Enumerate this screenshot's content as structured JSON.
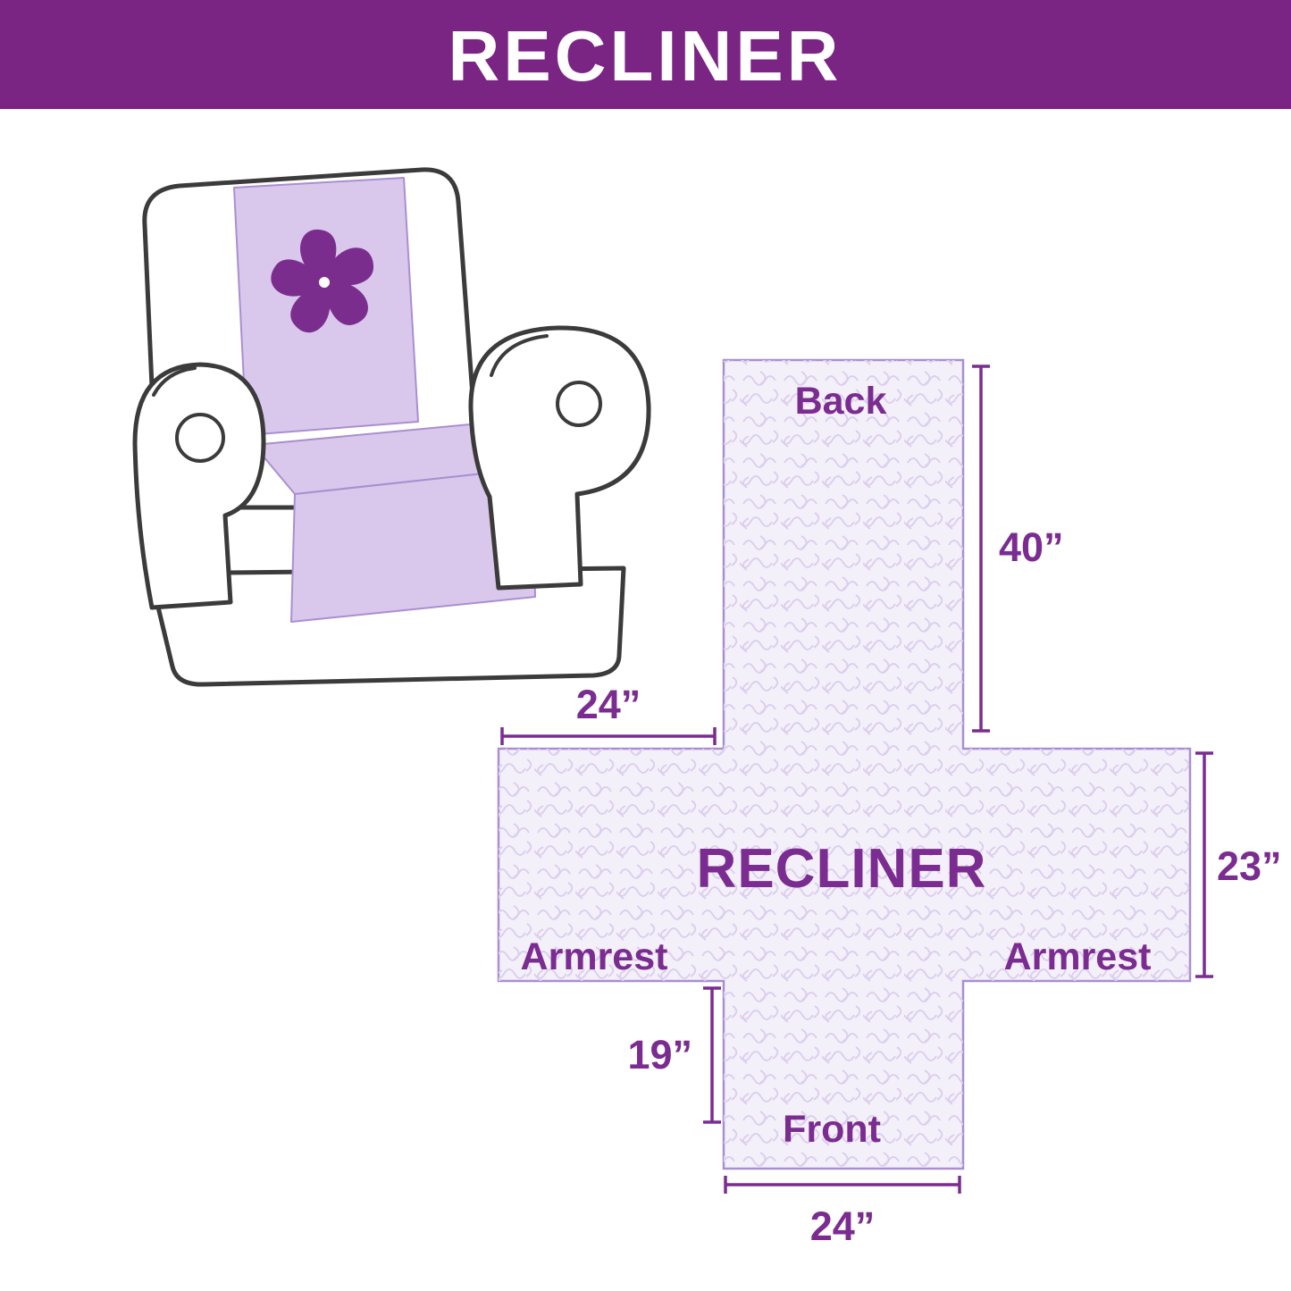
{
  "header": {
    "title": "RECLINER"
  },
  "chair": {
    "description": "armchair-with-lavender-protective-cover",
    "emblem": "pinwheel-flower-icon"
  },
  "pattern_diagram": {
    "center_label": "RECLINER",
    "sections": {
      "back": "Back",
      "front": "Front",
      "armrest_left": "Armrest",
      "armrest_right": "Armrest"
    },
    "dimensions": {
      "back_length": "40”",
      "back_top_width": "24”",
      "armrest_side": "23”",
      "front_drop": "19”",
      "front_bottom_width": "24”"
    }
  },
  "colors": {
    "header_bg": "#7A2483",
    "header_text": "#ffffff",
    "accent_purple": "#7B2C90",
    "cover_lavender": "#D9C8EC",
    "emblem_purple": "#7B2D8E",
    "diagram_fill": "#F4F0FA",
    "diagram_outline": "#A98FD0",
    "diagram_squiggle": "#DCCFEE"
  }
}
